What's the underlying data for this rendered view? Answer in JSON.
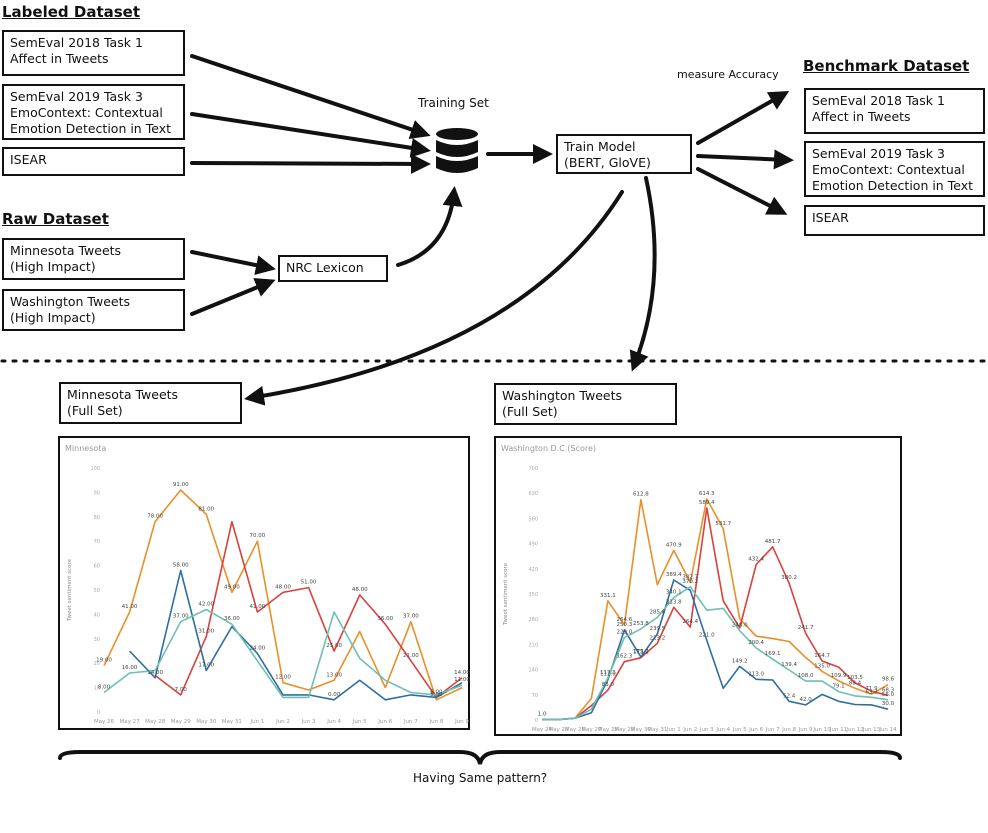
{
  "labeled": {
    "title": "Labeled Dataset",
    "items": [
      [
        "SemEval 2018 Task 1",
        "Affect in Tweets"
      ],
      [
        "SemEval 2019 Task 3",
        "EmoContext: Contextual",
        "Emotion Detection in Text"
      ],
      [
        "ISEAR"
      ]
    ]
  },
  "raw": {
    "title": "Raw Dataset",
    "items": [
      [
        "Minnesota Tweets",
        "(High Impact)"
      ],
      [
        "Washington Tweets",
        "(High Impact)"
      ]
    ]
  },
  "lexicon": "NRC Lexicon",
  "training_set": "Training Set",
  "train_model": [
    "Train Model",
    "(BERT, GloVE)"
  ],
  "measure_accuracy": "measure Accuracy",
  "benchmark": {
    "title": "Benchmark Dataset",
    "items": [
      [
        "SemEval 2018 Task 1",
        "Affect in Tweets"
      ],
      [
        "SemEval 2019 Task 3",
        "EmoContext: Contextual",
        "Emotion Detection in Text"
      ],
      [
        "ISEAR"
      ]
    ]
  },
  "minnesota_full": [
    "Minnesota Tweets",
    "(Full Set)"
  ],
  "washington_full": [
    "Washington Tweets",
    "(Full Set)"
  ],
  "footer": "Having Same pattern?",
  "chart_data": [
    {
      "type": "line",
      "title": "Minnesota",
      "ylabel": "Tweet sentiment score",
      "categories": [
        "May 26",
        "May 27",
        "May 28",
        "May 29",
        "May 30",
        "May 31",
        "Jun 1",
        "Jun 2",
        "Jun 3",
        "Jun 4",
        "Jun 5",
        "Jun 6",
        "Jun 7",
        "Jun 8",
        "Jun 9"
      ],
      "ylim": [
        0,
        100
      ],
      "colors": [
        "#e8902a",
        "#d9413c",
        "#2f6ea0",
        "#6fbfb2"
      ],
      "series": [
        {
          "values": [
            19,
            41,
            78,
            91,
            81,
            49,
            70,
            12,
            9,
            13,
            33,
            10,
            37,
            5,
            10
          ]
        },
        {
          "values": [
            null,
            null,
            15,
            7,
            31,
            78,
            41,
            49,
            51,
            25,
            48,
            36,
            21,
            6,
            14
          ]
        },
        {
          "values": [
            null,
            25,
            14,
            58,
            17,
            35,
            24,
            7,
            7,
            5,
            13,
            5,
            7,
            6,
            12
          ]
        },
        {
          "values": [
            8,
            16,
            17,
            37,
            42,
            36,
            21,
            6,
            6,
            41,
            22,
            13,
            8,
            7,
            11
          ]
        }
      ],
      "data_labels": [
        "19.00",
        "41.00",
        "78.00",
        "91.00",
        "81.00",
        "49.00",
        "70.00",
        "48.00",
        "51.00",
        "41.00",
        "48.00",
        "36.00",
        "37.00",
        "25.00",
        "16.00",
        "14.00",
        "58.00",
        "42.00",
        "37.00",
        "36.00",
        "31.00",
        "24.00",
        "21.00",
        "17.00",
        "14.00",
        "13.00",
        "12.00",
        "11.00",
        "8.00",
        "7.00",
        "6.00",
        "5.00",
        "0.00"
      ]
    },
    {
      "type": "line",
      "title": "Washington D.C (Score)",
      "ylabel": "Tweet sentiment score",
      "categories": [
        "May 24",
        "May 25",
        "May 26",
        "May 27",
        "May 28",
        "May 29",
        "May 30",
        "May 31",
        "Jun 1",
        "Jun 2",
        "Jun 3",
        "Jun 4",
        "Jun 5",
        "Jun 6",
        "Jun 7",
        "Jun 8",
        "Jun 9",
        "Jun 10",
        "Jun 11",
        "Jun 12",
        "Jun 13",
        "Jun 14"
      ],
      "ylim": [
        0,
        700
      ],
      "colors": [
        "#e8902a",
        "#d9413c",
        "#2f6ea0",
        "#6fbfb2"
      ],
      "series": [
        {
          "values": [
            1,
            1,
            5,
            60,
            331,
            264,
            612,
            376,
            471,
            382,
            614,
            531,
            281,
            233,
            226,
            218,
            174,
            135,
            109,
            88,
            72,
            98
          ]
        },
        {
          "values": [
            1,
            1,
            5,
            40,
            83,
            162,
            173,
            213,
            313,
            258,
            589,
            331,
            256,
            432,
            481,
            380,
            241,
            164,
            147,
            103,
            80,
            68
          ]
        },
        {
          "values": [
            1,
            1,
            5,
            20,
            112,
            250,
            175,
            239,
            389,
            360,
            221,
            88,
            149,
            113,
            111,
            52,
            42,
            71,
            52,
            43,
            42,
            30
          ]
        },
        {
          "values": [
            1,
            1,
            5,
            30,
            117,
            229,
            253,
            285,
            340,
            370,
            305,
            310,
            248,
            200,
            169,
            139,
            108,
            108,
            79,
            67,
            63,
            56
          ]
        }
      ],
      "data_labels": [
        "331.1",
        "264.6",
        "612.8",
        "470.9",
        "382.7",
        "614.3",
        "531.7",
        "589.4",
        "432.4",
        "481.7",
        "380.2",
        "241.7",
        "389.4",
        "370.2",
        "340.1",
        "313.8",
        "285.6",
        "264.4",
        "253.8",
        "250.3",
        "248.0",
        "239.5",
        "229.0",
        "221.0",
        "213.2",
        "200.4",
        "175.2",
        "173.2",
        "169.1",
        "164.7",
        "162.3",
        "149.2",
        "139.4",
        "135.0",
        "117.3",
        "113.0",
        "112.0",
        "109.9",
        "108.0",
        "103.5",
        "98.6",
        "88.4",
        "83.0",
        "79.1",
        "71.9",
        "68.3",
        "63.2",
        "56.0",
        "52.4",
        "42.0",
        "30.0",
        "1.0"
      ]
    }
  ]
}
